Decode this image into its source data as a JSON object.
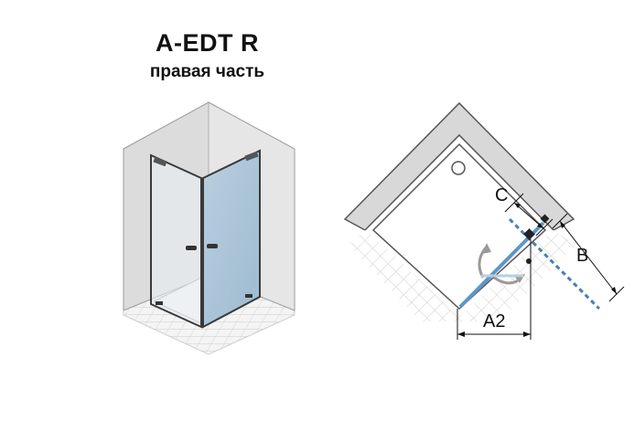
{
  "header": {
    "title": "A-EDT R",
    "subtitle": "правая часть"
  },
  "plan": {
    "dimensions": {
      "c_label": "C",
      "b_label": "B",
      "a2_label": "A2"
    }
  },
  "colors": {
    "wall": "#d9d9d9",
    "wall_edge": "#6a6a6a",
    "glass": "#a8c4d8",
    "frame": "#4a4a4a",
    "door_line": "#5b97c9",
    "dashed": "#4a7fb0",
    "tile_line": "#c8c8c8"
  },
  "icons": [
    "rotation-arrow-icon"
  ]
}
